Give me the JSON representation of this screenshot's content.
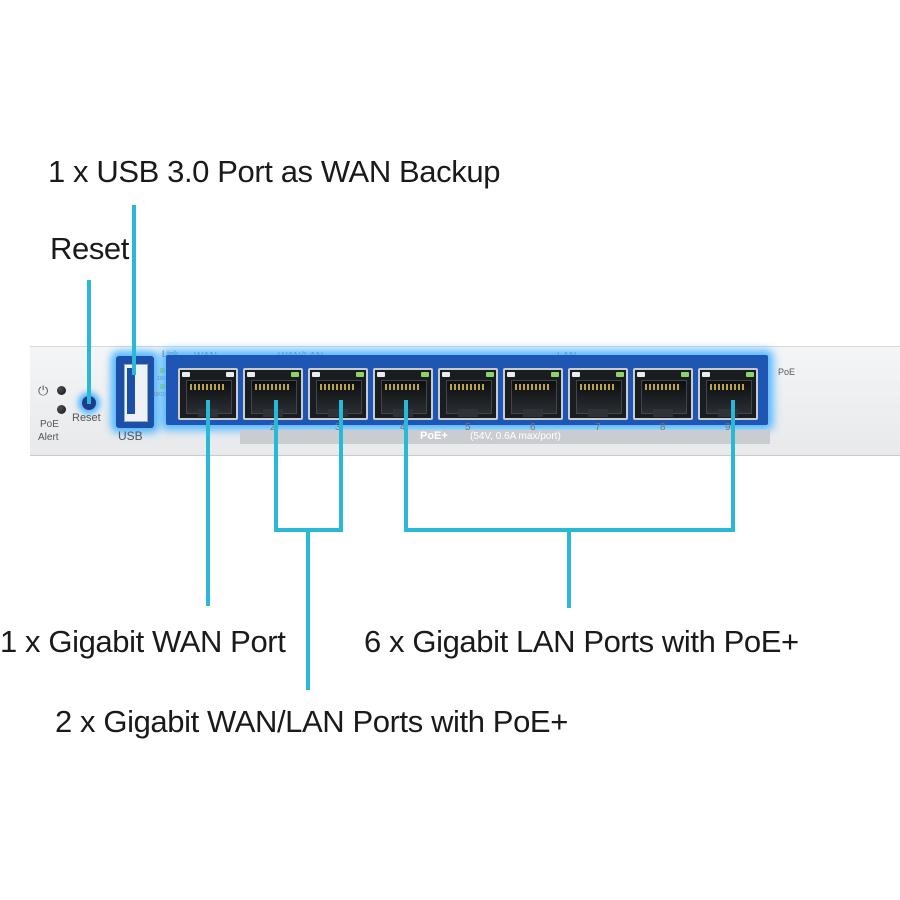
{
  "callouts": {
    "usb": "1 x USB 3.0 Port as WAN Backup",
    "reset": "Reset",
    "wan": "1 x Gigabit WAN Port",
    "wan_lan": "2 x Gigabit WAN/LAN Ports with PoE+",
    "lan": "6 x Gigabit LAN Ports with PoE+"
  },
  "device": {
    "led_labels": {
      "poe": "PoE",
      "alert": "Alert"
    },
    "reset_label": "Reset",
    "usb_label": "USB",
    "link_label": "Link",
    "speed_labels": [
      "1000M",
      "10/100M"
    ],
    "group_labels": {
      "wan": "WAN",
      "wan_lan": "WAN/LAN",
      "lan": "LAN",
      "poe": "PoE"
    },
    "port_numbers": [
      "2",
      "3",
      "4",
      "5",
      "6",
      "7",
      "8",
      "9"
    ],
    "poe_band": {
      "label": "PoE+",
      "note": "(54V, 0.6A max/port)"
    }
  },
  "colors": {
    "leader": "#29b8d6",
    "glow": "#4fb6ff",
    "port_blue": "#1f56b3"
  }
}
